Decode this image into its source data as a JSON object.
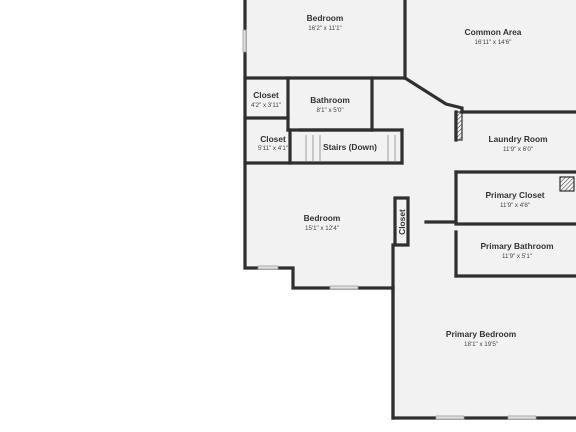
{
  "rooms": [
    {
      "id": "bedroom-top",
      "name": "Bedroom",
      "dims": "16'2\" x 11'1\""
    },
    {
      "id": "common-area",
      "name": "Common Area",
      "dims": "16'11\" x 14'6\""
    },
    {
      "id": "closet-1",
      "name": "Closet",
      "dims": "4'2\" x 3'11\""
    },
    {
      "id": "bathroom",
      "name": "Bathroom",
      "dims": "8'1\" x 5'0\""
    },
    {
      "id": "closet-2",
      "name": "Closet",
      "dims": "5'11\" x 4'1\""
    },
    {
      "id": "stairs",
      "name": "Stairs (Down)",
      "dims": ""
    },
    {
      "id": "laundry-room",
      "name": "Laundry Room",
      "dims": "11'9\" x 6'0\""
    },
    {
      "id": "primary-closet",
      "name": "Primary Closet",
      "dims": "11'9\" x 4'8\""
    },
    {
      "id": "bedroom-mid",
      "name": "Bedroom",
      "dims": "15'1\" x 12'4\""
    },
    {
      "id": "closet-3",
      "name": "Closet",
      "dims": ""
    },
    {
      "id": "primary-bathroom",
      "name": "Primary Bathroom",
      "dims": "11'9\" x 5'1\""
    },
    {
      "id": "primary-bedroom",
      "name": "Primary Bedroom",
      "dims": "18'1\" x 19'5\""
    }
  ]
}
